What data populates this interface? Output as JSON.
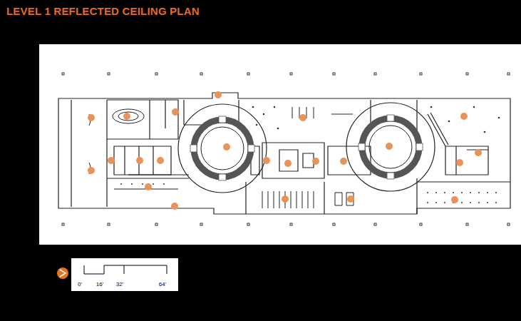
{
  "diagram": {
    "title": "LEVEL 1 REFLECTED CEILING PLAN",
    "nodes": [
      {
        "text": [
          "0'",
          "16'",
          "32'",
          "64'"
        ]
      }
    ]
  }
}
